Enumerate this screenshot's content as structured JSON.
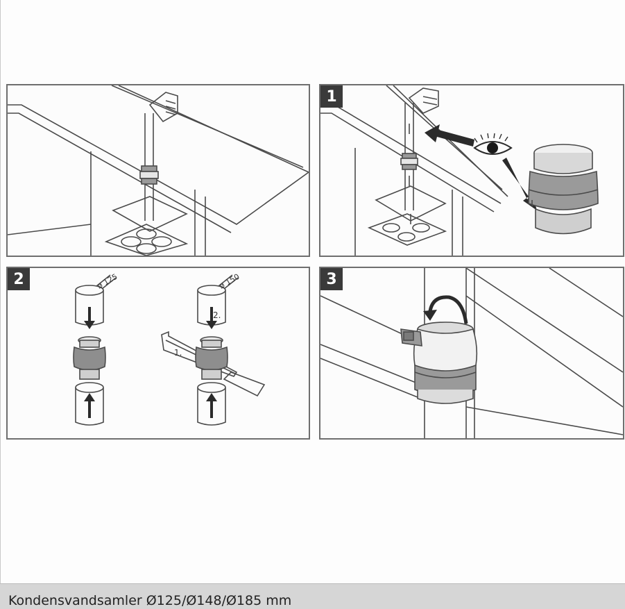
{
  "panels": [
    {
      "step": ""
    },
    {
      "step": "1"
    },
    {
      "step": "2",
      "dim_left": "ø 125",
      "dim_right": "ø 150",
      "sub_step_1": "1.",
      "sub_step_2": "2."
    },
    {
      "step": "3"
    }
  ],
  "caption": "Kondensvandsamler Ø125/Ø148/Ø185 mm",
  "icons": [
    "eye-icon",
    "arrow-icon",
    "rotate-arrow-icon"
  ],
  "colors": {
    "line": "#4a4a4a",
    "shade": "#8a8a8a",
    "caption_bg": "#d6d6d6",
    "badge": "#3a3a3a"
  }
}
